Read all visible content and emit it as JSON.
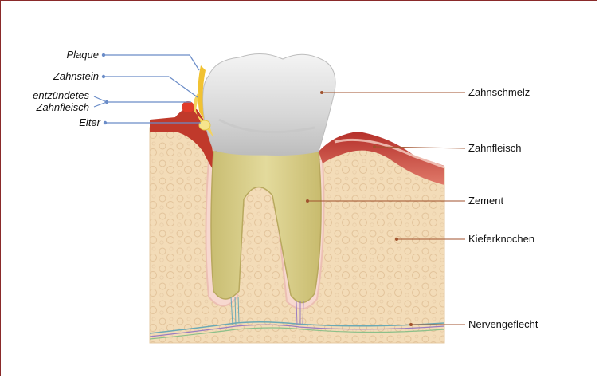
{
  "labels_left": {
    "plaque": "Plaque",
    "zahnstein": "Zahnstein",
    "entzuendetes": "entzündetes",
    "zahnfleisch": "Zahnfleisch",
    "eiter": "Eiter"
  },
  "labels_right": {
    "zahnschmelz": "Zahnschmelz",
    "zahnfleisch": "Zahnfleisch",
    "zement": "Zement",
    "kieferknochen": "Kieferknochen",
    "nervengeflecht": "Nervengeflecht"
  },
  "colors": {
    "frame": "#8a2a2a",
    "left_leader": "#6a8cc8",
    "right_leader": "#a0522d",
    "bone": "#f3dcb8",
    "gum": "#c0392b",
    "enamel": "#d8d8d8",
    "root": "#d9cf8a"
  }
}
